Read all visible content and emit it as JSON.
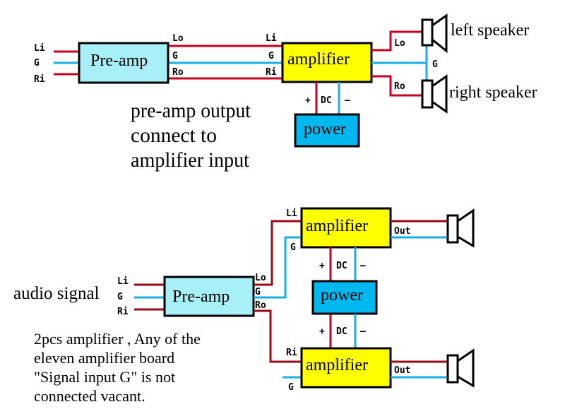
{
  "colors": {
    "signal_wire": "#c8001e",
    "ground_wire": "#1aaee8",
    "preamp_fill": "#a8f0f8",
    "amplifier_fill": "#ffff00",
    "power_fill": "#00b8f0"
  },
  "top": {
    "inputs": [
      "Li",
      "G",
      "Ri"
    ],
    "preamp": "Pre-amp",
    "preamp_outputs": [
      "Lo",
      "G",
      "Ro"
    ],
    "amp_inputs": [
      "Li",
      "G",
      "Ri"
    ],
    "amplifier": "amplifier",
    "amp_outputs": [
      "Lo",
      "G",
      "Ro"
    ],
    "dc": {
      "plus": "+",
      "label": "DC",
      "minus": "–"
    },
    "power": "power",
    "left_speaker": "left speaker",
    "right_speaker": "right speaker",
    "caption": [
      "pre-amp output",
      "connect to",
      "amplifier input"
    ]
  },
  "bottom": {
    "audio_signal": "audio signal",
    "inputs": [
      "Li",
      "G",
      "Ri"
    ],
    "preamp": "Pre-amp",
    "preamp_outputs": [
      "Lo",
      "G",
      "Ro"
    ],
    "amp1": {
      "name": "amplifier",
      "input_signal": "Li",
      "input_ground": "G",
      "output": "Out"
    },
    "amp2": {
      "name": "amplifier",
      "input_signal": "Ri",
      "input_ground": "G",
      "output": "Out"
    },
    "dc_top": {
      "plus": "+",
      "label": "DC",
      "minus": "–"
    },
    "dc_bottom": {
      "plus": "+",
      "label": "DC",
      "minus": "–"
    },
    "power": "power",
    "note": [
      "2pcs amplifier , Any of the",
      "eleven amplifier board",
      "\"Signal input G\" is not",
      "connected vacant."
    ]
  }
}
